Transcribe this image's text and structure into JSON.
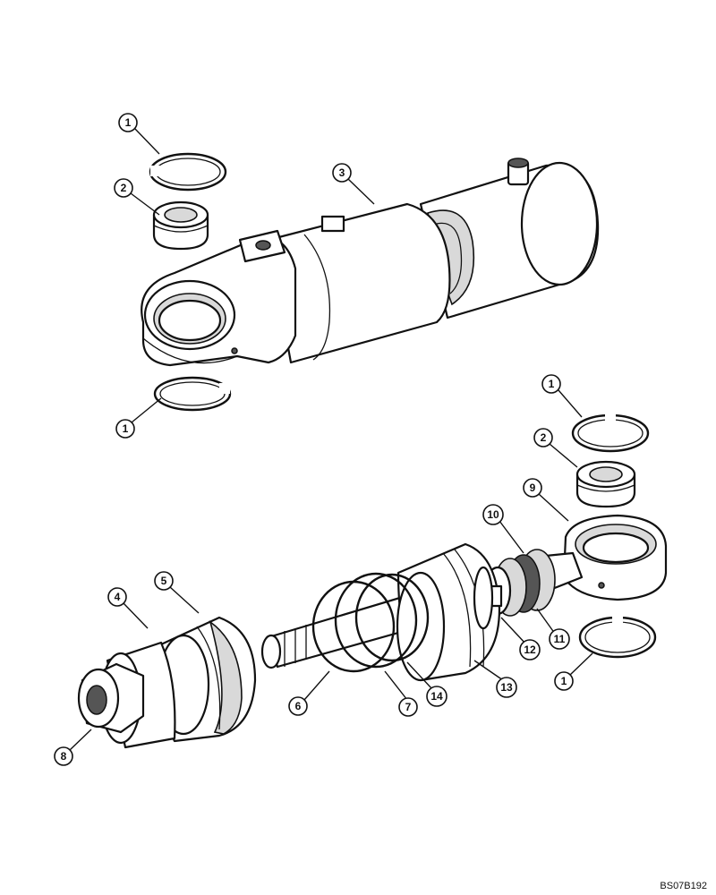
{
  "callouts": [
    {
      "id": "c1a",
      "label": "1"
    },
    {
      "id": "c2a",
      "label": "2"
    },
    {
      "id": "c3",
      "label": "3"
    },
    {
      "id": "c1b",
      "label": "1"
    },
    {
      "id": "c1c",
      "label": "1"
    },
    {
      "id": "c2b",
      "label": "2"
    },
    {
      "id": "c9",
      "label": "9"
    },
    {
      "id": "c10",
      "label": "10"
    },
    {
      "id": "c4",
      "label": "4"
    },
    {
      "id": "c5",
      "label": "5"
    },
    {
      "id": "c12",
      "label": "12"
    },
    {
      "id": "c11",
      "label": "11"
    },
    {
      "id": "c13",
      "label": "13"
    },
    {
      "id": "c1d",
      "label": "1"
    },
    {
      "id": "c6",
      "label": "6"
    },
    {
      "id": "c7",
      "label": "7"
    },
    {
      "id": "c14",
      "label": "14"
    },
    {
      "id": "c8",
      "label": "8"
    }
  ],
  "drawing_code": "BS07B192"
}
